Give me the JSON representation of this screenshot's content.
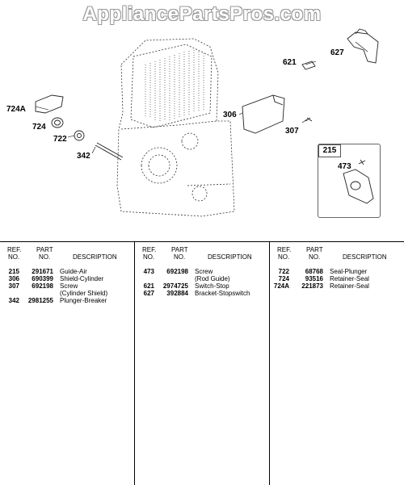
{
  "watermark": "AppliancePartsPros.com",
  "callouts": [
    {
      "id": "627",
      "text": "627"
    },
    {
      "id": "621",
      "text": "621"
    },
    {
      "id": "724A",
      "text": "724A"
    },
    {
      "id": "306",
      "text": "306"
    },
    {
      "id": "724",
      "text": "724"
    },
    {
      "id": "307",
      "text": "307"
    },
    {
      "id": "722",
      "text": "722"
    },
    {
      "id": "342",
      "text": "342"
    },
    {
      "id": "215",
      "text": "215"
    },
    {
      "id": "473",
      "text": "473"
    }
  ],
  "table": {
    "headers": {
      "ref": "REF.",
      "no1": "NO.",
      "part": "PART",
      "no2": "NO.",
      "description": "DESCRIPTION"
    },
    "columns": [
      {
        "rows": [
          {
            "ref": "215",
            "part": "291671",
            "desc": "Guide-Air",
            "desc2": ""
          },
          {
            "ref": "306",
            "part": "690399",
            "desc": "Shield-Cylinder",
            "desc2": ""
          },
          {
            "ref": "307",
            "part": "692198",
            "desc": "Screw",
            "desc2": "(Cylinder Shield)"
          },
          {
            "ref": "342",
            "part": "2981255",
            "desc": "Plunger-Breaker",
            "desc2": ""
          }
        ]
      },
      {
        "rows": [
          {
            "ref": "473",
            "part": "692198",
            "desc": "Screw",
            "desc2": "(Rod Guide)"
          },
          {
            "ref": "621",
            "part": "2974725",
            "desc": "Switch-Stop",
            "desc2": ""
          },
          {
            "ref": "627",
            "part": "392884",
            "desc": "Bracket-Stopswitch",
            "desc2": ""
          }
        ]
      },
      {
        "rows": [
          {
            "ref": "722",
            "part": "68768",
            "desc": "Seal-Plunger",
            "desc2": ""
          },
          {
            "ref": "724",
            "part": "93516",
            "desc": "Retainer-Seal",
            "desc2": ""
          },
          {
            "ref": "724A",
            "part": "221873",
            "desc": "Retainer-Seal",
            "desc2": ""
          }
        ]
      }
    ]
  }
}
